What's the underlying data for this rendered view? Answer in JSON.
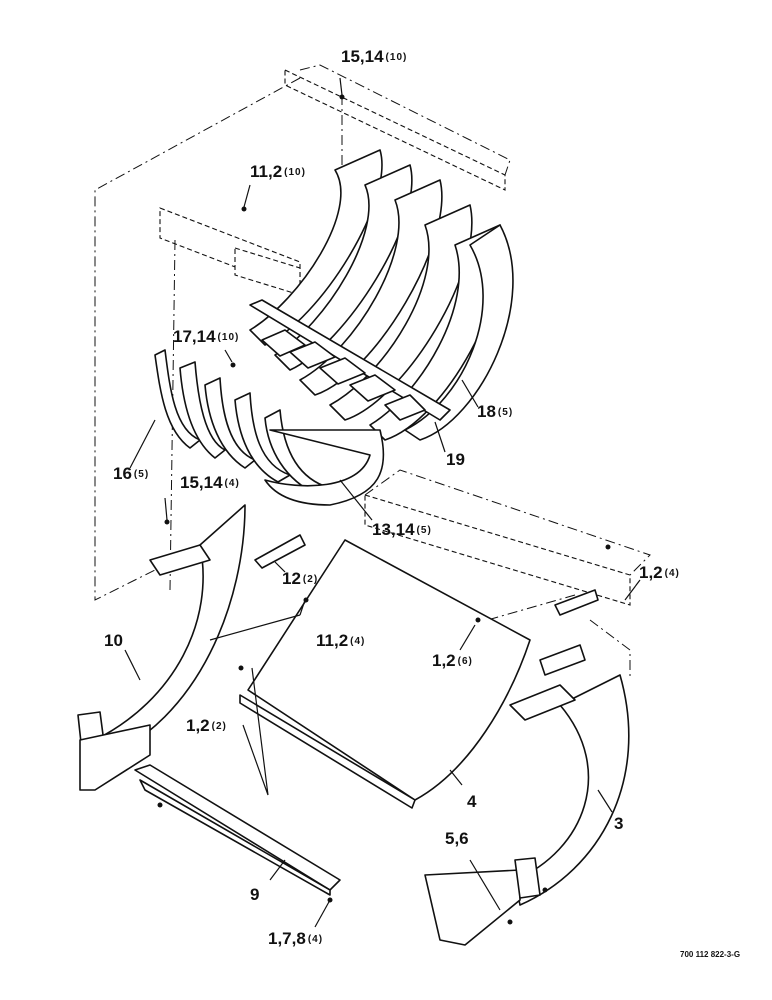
{
  "callouts": [
    {
      "id": "c1",
      "text": "15,14",
      "qty": "(10)"
    },
    {
      "id": "c2",
      "text": "11,2",
      "qty": "(10)"
    },
    {
      "id": "c3",
      "text": "17,14",
      "qty": "(10)"
    },
    {
      "id": "c4",
      "text": "18",
      "qty": "(5)"
    },
    {
      "id": "c5",
      "text": "19",
      "qty": ""
    },
    {
      "id": "c6",
      "text": "16",
      "qty": "(5)"
    },
    {
      "id": "c7",
      "text": "15,14",
      "qty": "(4)"
    },
    {
      "id": "c8",
      "text": "13,14",
      "qty": "(5)"
    },
    {
      "id": "c9",
      "text": "12",
      "qty": "(2)"
    },
    {
      "id": "c10",
      "text": "1,2",
      "qty": "(4)"
    },
    {
      "id": "c11",
      "text": "10",
      "qty": ""
    },
    {
      "id": "c12",
      "text": "11,2",
      "qty": "(4)"
    },
    {
      "id": "c13",
      "text": "1,2",
      "qty": "(6)"
    },
    {
      "id": "c14",
      "text": "1,2",
      "qty": "(2)"
    },
    {
      "id": "c15",
      "text": "4",
      "qty": ""
    },
    {
      "id": "c16",
      "text": "3",
      "qty": ""
    },
    {
      "id": "c17",
      "text": "5,6",
      "qty": ""
    },
    {
      "id": "c18",
      "text": "9",
      "qty": ""
    },
    {
      "id": "c19",
      "text": "1,7,8",
      "qty": "(4)"
    }
  ],
  "drawing_number": "700 112 822-3-G"
}
